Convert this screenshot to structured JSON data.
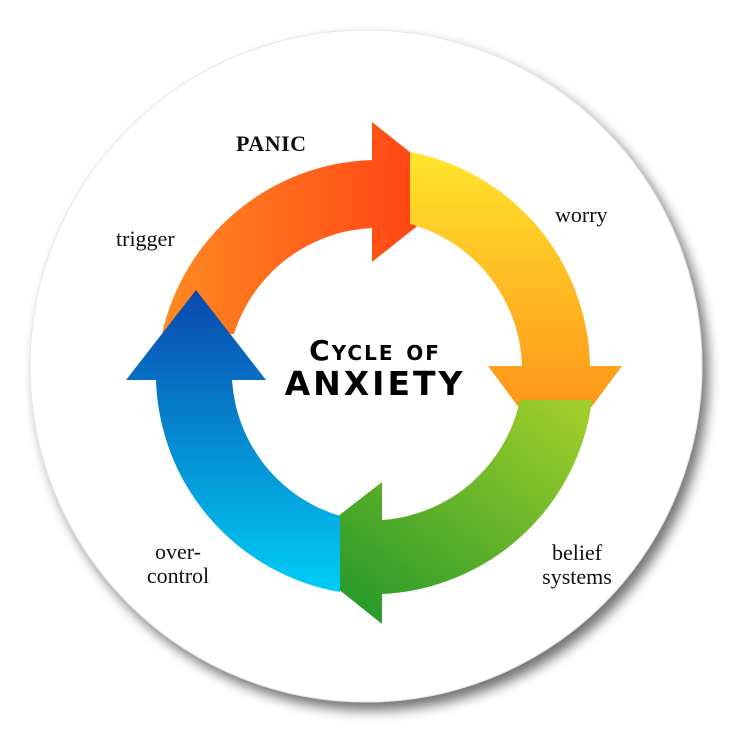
{
  "title": {
    "line1": "Cycle of",
    "line2": "ANXIETY"
  },
  "stages": [
    {
      "id": "panic",
      "label": "PANIC",
      "color_start": "#ff7a1a",
      "color_end": "#ff3b10"
    },
    {
      "id": "worry",
      "label": "worry",
      "color_start": "#ffe22e",
      "color_end": "#ff8a12"
    },
    {
      "id": "belief-systems",
      "label": "belief\nsystems",
      "color_start": "#9ccc28",
      "color_end": "#1f9a2a"
    },
    {
      "id": "over-control",
      "label": "over-\ncontrol",
      "color_start": "#00c8f4",
      "color_end": "#0a4fb0"
    },
    {
      "id": "trigger",
      "label": "trigger",
      "color_start": "#ff5e16",
      "color_end": "#ff9226"
    }
  ],
  "colors": {
    "background": "#ffffff",
    "disc": "#ffffff",
    "disc_shadow": "#9a9a9a",
    "text": "#111111"
  }
}
